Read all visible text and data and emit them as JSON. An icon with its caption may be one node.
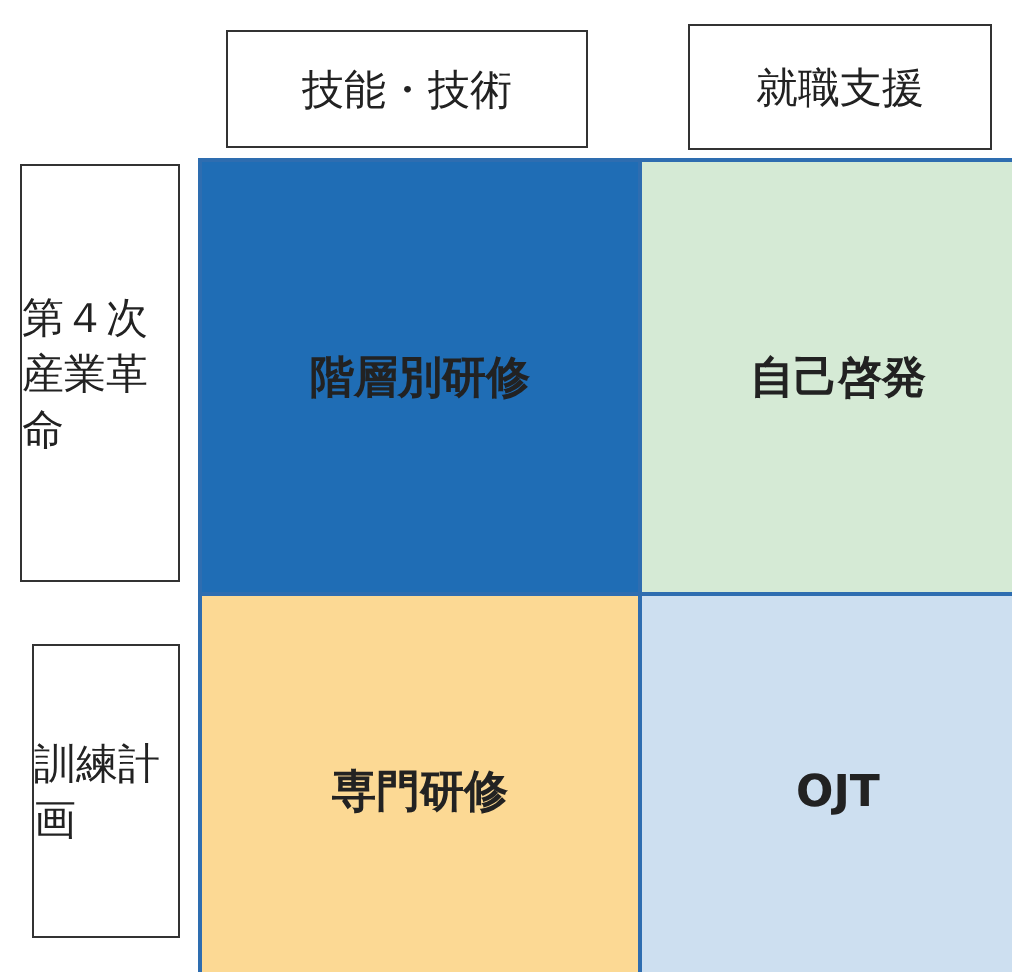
{
  "diagram": {
    "nodes": [
      {
        "text": [
          "技能・技術"
        ]
      },
      {
        "text": [
          "就職支援"
        ]
      },
      {
        "text": [
          "第４次産業革命"
        ]
      },
      {
        "text": [
          "訓練計画"
        ]
      },
      {
        "text": [
          "階層別研修"
        ]
      },
      {
        "text": [
          "自己啓発"
        ]
      },
      {
        "text": [
          "専門研修"
        ]
      },
      {
        "text": [
          "OJT"
        ]
      }
    ]
  }
}
